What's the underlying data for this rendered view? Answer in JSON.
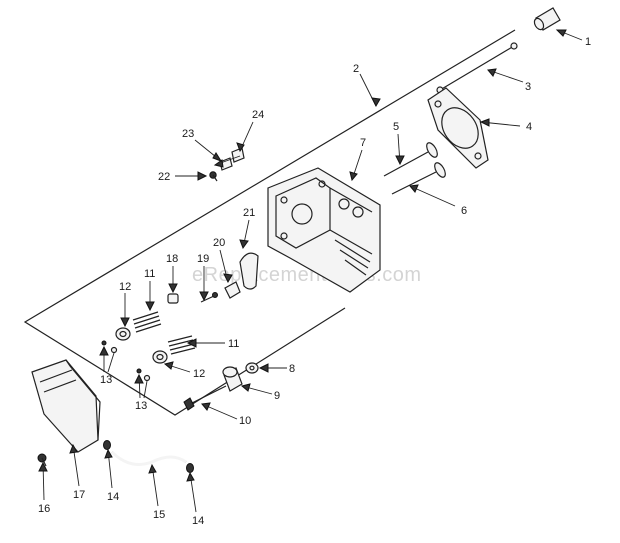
{
  "watermark": "eReplacementParts.com",
  "callouts": [
    "1",
    "2",
    "3",
    "4",
    "5",
    "6",
    "7",
    "8",
    "9",
    "10",
    "11",
    "11",
    "12",
    "12",
    "13",
    "13",
    "14",
    "14",
    "15",
    "16",
    "17",
    "18",
    "19",
    "20",
    "21",
    "22",
    "23",
    "24"
  ],
  "colors": {
    "ink": "#222222",
    "watermark": "#d4d4d4",
    "background": "#ffffff"
  }
}
